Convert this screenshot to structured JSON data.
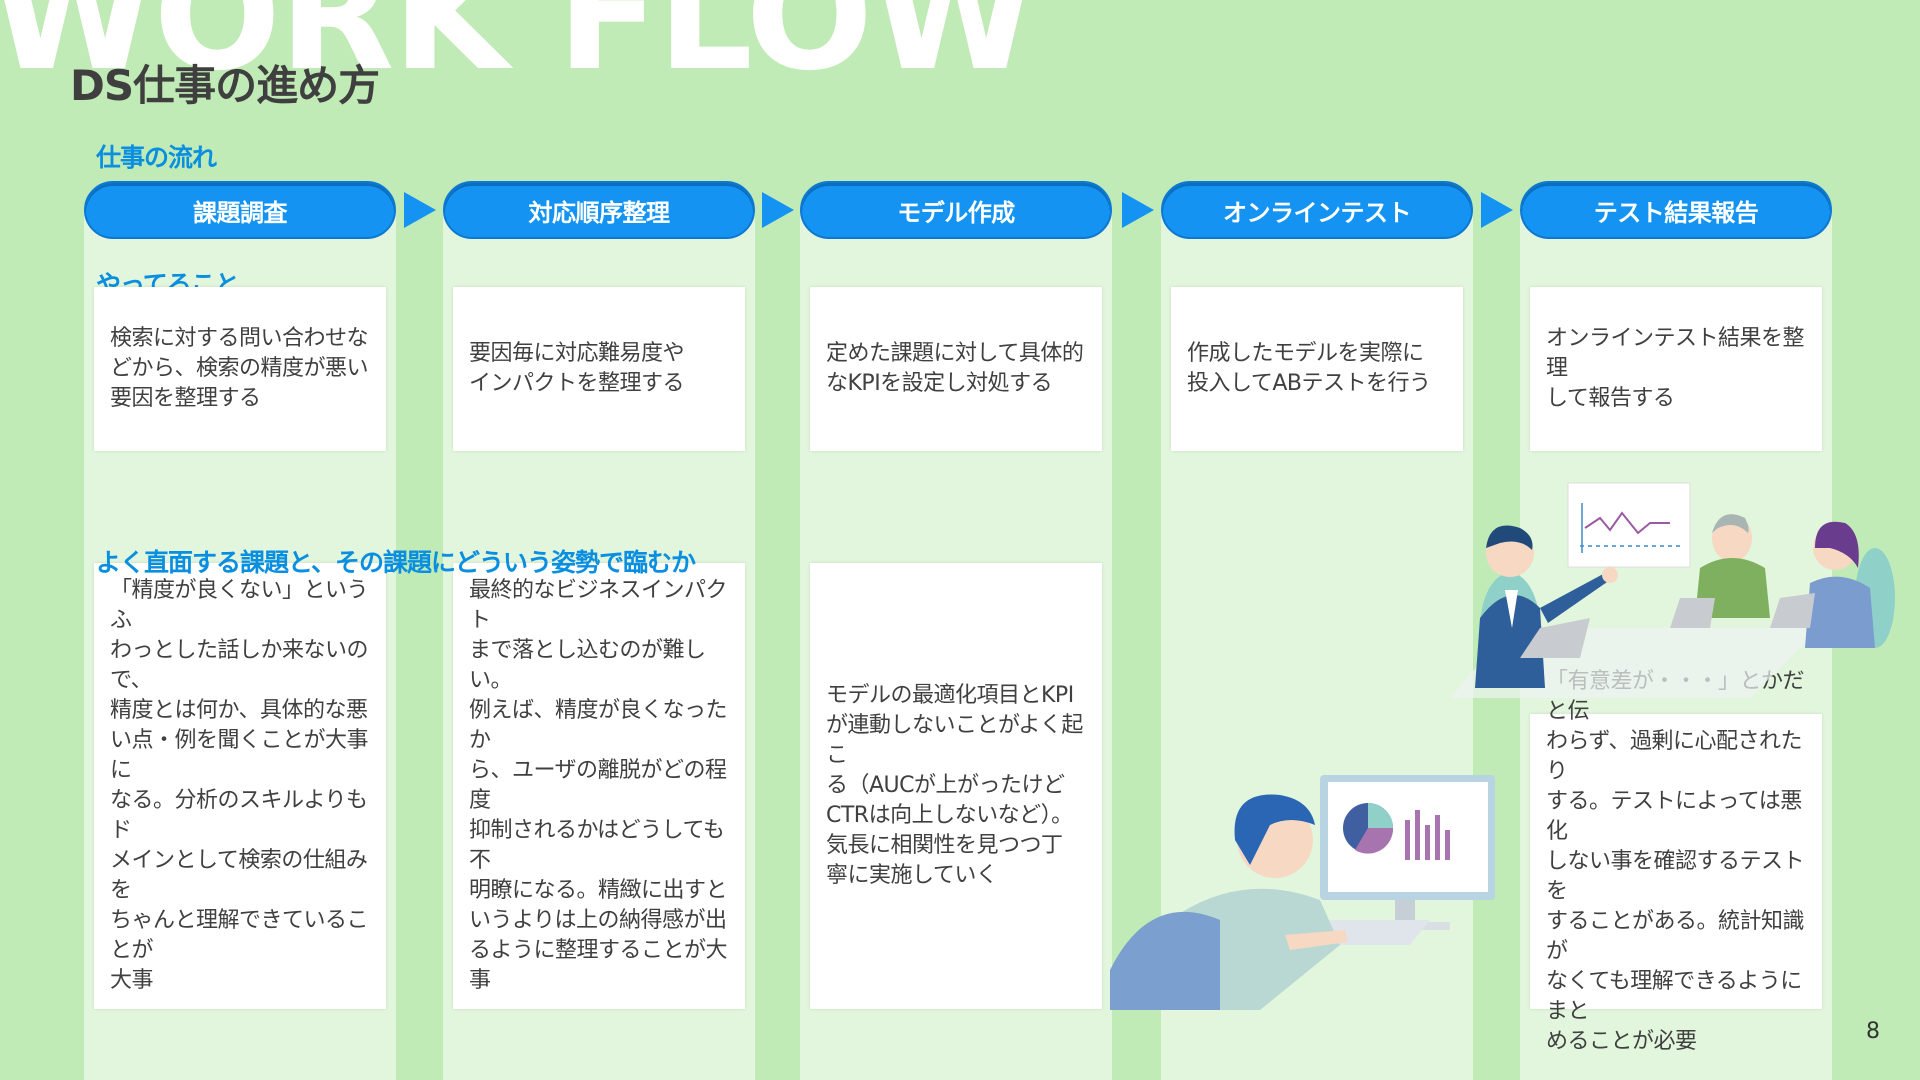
{
  "background_word": "WORK FLOW",
  "title": "DS仕事の進め方",
  "labels": {
    "flow": "仕事の流れ",
    "todo": "やってること",
    "issues": "よく直面する課題と、その課題にどういう姿勢で臨むか"
  },
  "steps": [
    {
      "name": "課題調査",
      "todo": "検索に対する問い合わせな\nどから、検索の精度が悪い\n要因を整理する",
      "issue": "「精度が良くない」というふ\nわっとした話しか来ないので、\n精度とは何か、具体的な悪\nい点・例を聞くことが大事に\nなる。分析のスキルよりもド\nメインとして検索の仕組みを\nちゃんと理解できていることが\n大事"
    },
    {
      "name": "対応順序整理",
      "todo": "要因毎に対応難易度や\nインパクトを整理する",
      "issue": "最終的なビジネスインパクト\nまで落とし込むのが難しい。\n例えば、精度が良くなったか\nら、ユーザの離脱がどの程度\n抑制されるかはどうしても不\n明瞭になる。精緻に出すと\nいうよりは上の納得感が出\nるように整理することが大事"
    },
    {
      "name": "モデル作成",
      "todo": "定めた課題に対して具体的\nなKPIを設定し対処する",
      "issue": "モデルの最適化項目とKPI\nが連動しないことがよく起こ\nる（AUCが上がったけど\nCTRは向上しないなど）。\n気長に相関性を見つつ丁\n寧に実施していく"
    },
    {
      "name": "オンラインテスト",
      "todo": "作成したモデルを実際に\n投入してABテストを行う",
      "issue": ""
    },
    {
      "name": "テスト結果報告",
      "todo": "オンラインテスト結果を整理\nして報告する",
      "issue": "「有意差が・・・」とかだと伝\nわらず、過剰に心配されたり\nする。テストによっては悪化\nしない事を確認するテストを\nすることがある。統計知識が\nなくても理解できるようにまと\nめることが必要"
    }
  ],
  "page_number": "8",
  "colors": {
    "background": "#c1ebb6",
    "column": "#e2f6dd",
    "accent_blue": "#1493f2",
    "label_blue": "#0a8fe0"
  },
  "icons": [
    "meeting-illustration",
    "computer-user-illustration"
  ]
}
